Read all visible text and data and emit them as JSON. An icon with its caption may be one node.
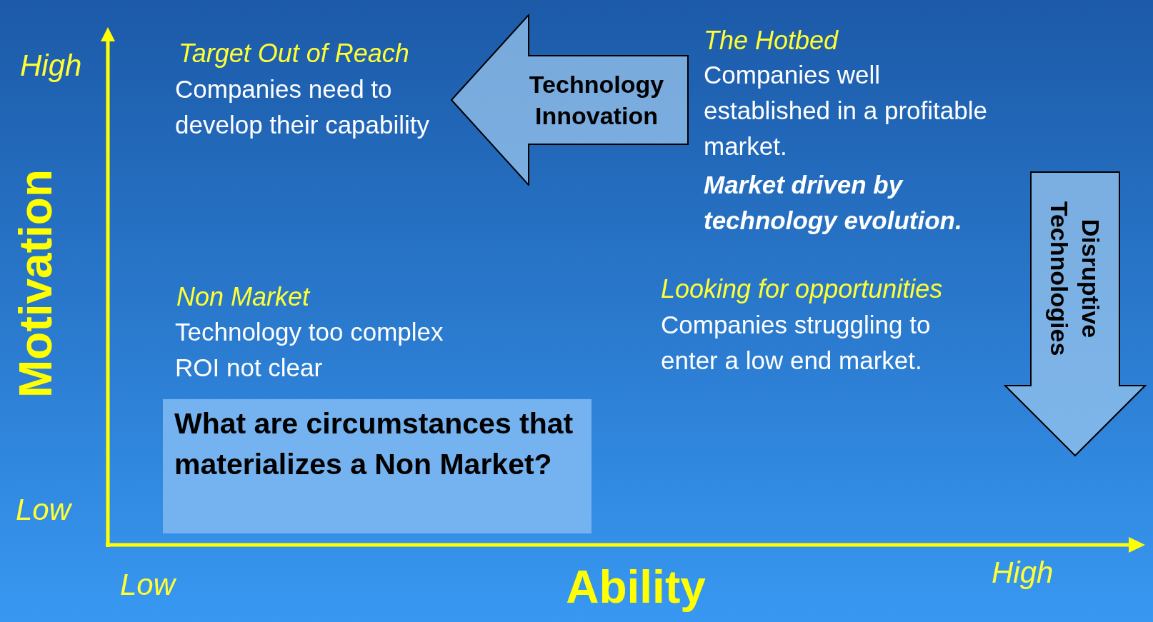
{
  "diagram": {
    "nodes": [
      {
        "text": [
          "Technology Innovation"
        ]
      },
      {
        "text": [
          "Disruptive Technologies"
        ]
      },
      {
        "text": [
          "What are circumstances that materializes a Non Market?"
        ]
      }
    ],
    "labels": [
      "High",
      "Target Out of Reach",
      "The Hotbed",
      "Companies need to develop their capability",
      "Companies well established in a profitable market.",
      "Market driven by technology evolution.",
      "Motivation",
      "Non Market",
      "Looking for opportunities",
      "Technology too complex",
      "ROI not clear",
      "Companies struggling to enter a low end market.",
      "Low",
      "Low",
      "Ability",
      "High"
    ]
  }
}
